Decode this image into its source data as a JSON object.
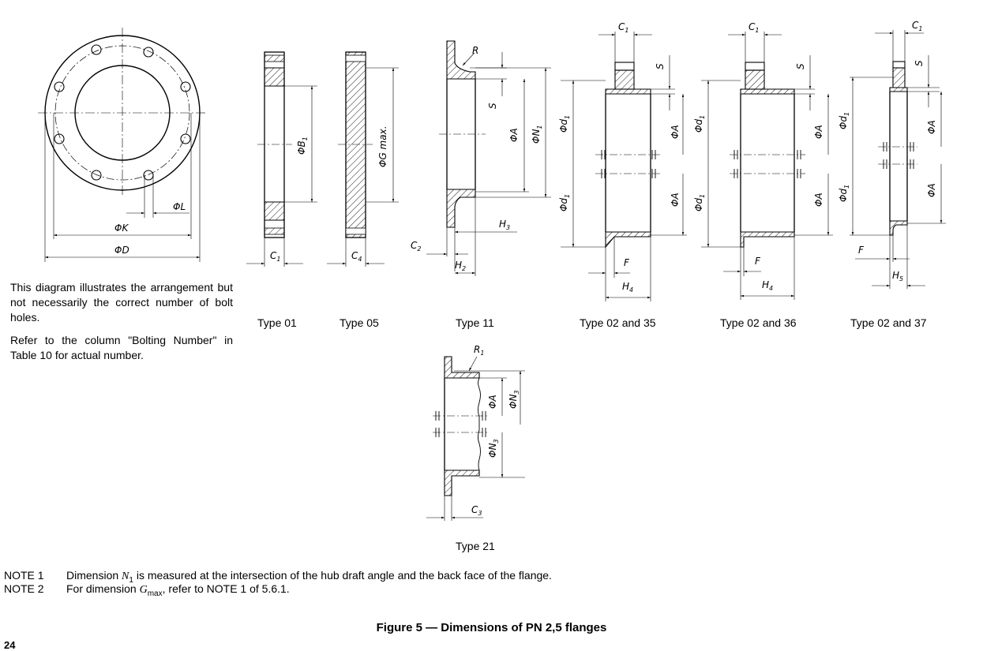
{
  "description": {
    "para1": "This diagram illustrates the arrangement but not necessarily the correct number of bolt holes.",
    "para2": "Refer to the column \"Bolting Number\" in Table 10 for actual number."
  },
  "captions": {
    "type01": "Type 01",
    "type05": "Type 05",
    "type11": "Type 11",
    "type02_35": "Type 02 and 35",
    "type02_36": "Type 02 and 36",
    "type02_37": "Type 02 and 37",
    "type21": "Type 21"
  },
  "dimensions": {
    "L": "ΦL",
    "K": "ΦK",
    "D": "ΦD",
    "C1": "C",
    "C1_sub": "1",
    "B1": "ΦB",
    "B1_sub": "1",
    "C4": "C",
    "C4_sub": "4",
    "G": "ΦG max.",
    "R": "R",
    "S": "S",
    "A": "ΦA",
    "N1": "ΦN",
    "N1_sub": "1",
    "H3": "H",
    "H3_sub": "3",
    "C2": "C",
    "C2_sub": "2",
    "H2": "H",
    "H2_sub": "2",
    "d1": "Φd",
    "d1_sub": "1",
    "F": "F",
    "H4": "H",
    "H4_sub": "4",
    "H5": "H",
    "H5_sub": "5",
    "R1": "R",
    "R1_sub": "1",
    "N3": "ΦN",
    "N3_sub": "3",
    "C3": "C",
    "C3_sub": "3"
  },
  "notes": [
    {
      "label": "NOTE 1",
      "pre": "Dimension ",
      "sym": "N",
      "sub": "1",
      "post": " is measured at the intersection of the hub draft angle and the back face of the flange."
    },
    {
      "label": "NOTE 2",
      "pre": "For dimension ",
      "sym": "G",
      "sub": "max",
      "post": ", refer to NOTE 1 of 5.6.1."
    }
  ],
  "figure_title": "Figure 5 — Dimensions of PN 2,5 flanges",
  "page_number": "24"
}
